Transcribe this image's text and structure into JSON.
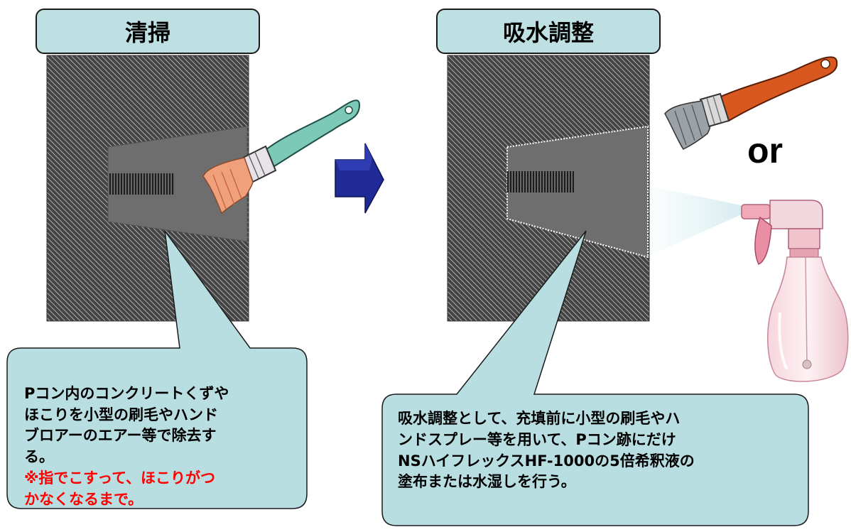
{
  "panels": [
    {
      "title": "清掃",
      "callout": "Pコン内のコンクリートくずや\nほこりを小型の刷毛やハンド\nブロアーのエアー等で除去す\nる。",
      "warning": "※指でこすって、ほこりがつ\nかなくなるまで。"
    },
    {
      "title": "吸水調整",
      "callout": "吸水調整として、充填前に小型の刷毛やハ\nンドスプレー等を用いて、Pコン跡にだけ\nNSハイフレックスHF-1000の5倍希釈液の\n塗布または水湿しを行う。"
    }
  ],
  "or_label": "or",
  "colors": {
    "title_bg": "#bfe0e3",
    "callout_bg": "#b9dee1",
    "hatch_bg": "#4a4a4a",
    "hole_fill": "#6e6e6e",
    "arrow": "#1f2a96",
    "warning_text": "#ff0000"
  },
  "icons": [
    "brush-icon",
    "brush-icon",
    "spray-bottle-icon",
    "right-arrow-icon"
  ]
}
